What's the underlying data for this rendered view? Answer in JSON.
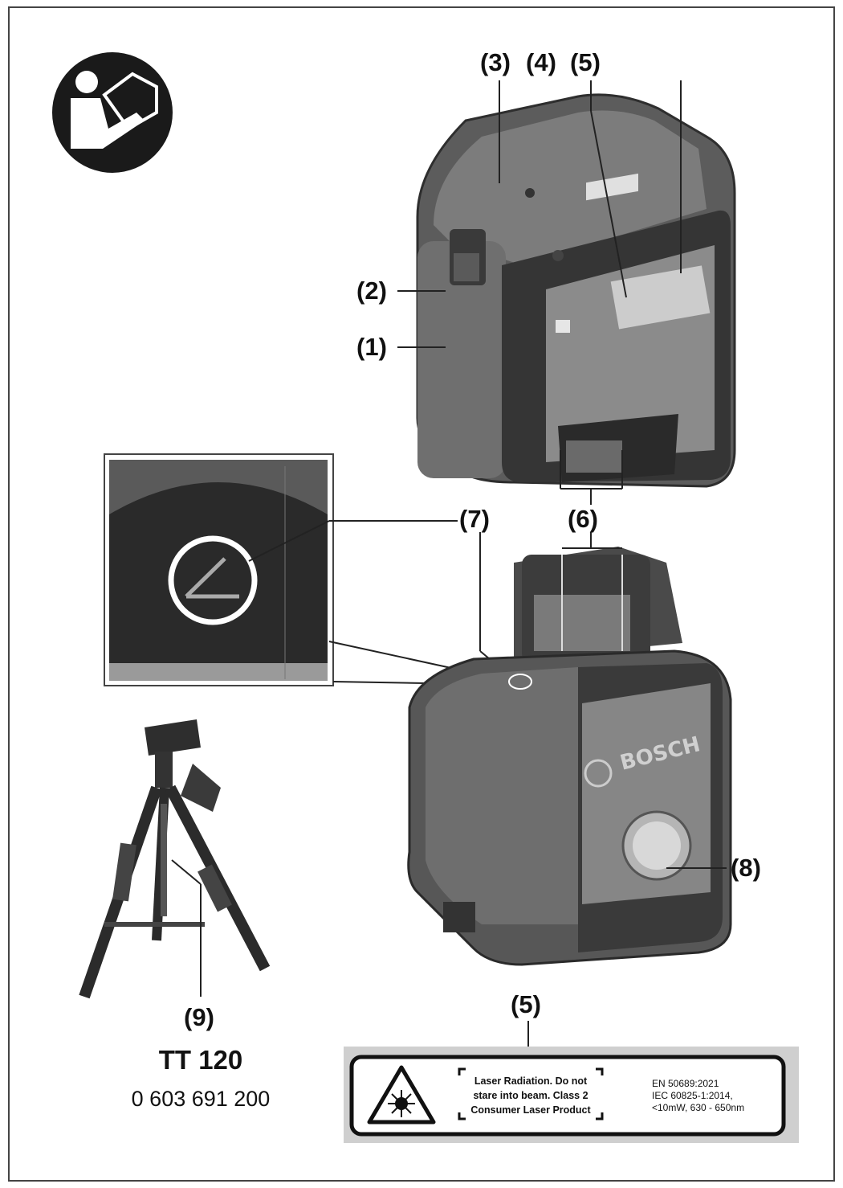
{
  "callouts": {
    "c1": "(1)",
    "c2": "(2)",
    "c3": "(3)",
    "c4": "(4)",
    "c5": "(5)",
    "c6": "(6)",
    "c7": "(7)",
    "c8": "(8)",
    "c9": "(9)",
    "c5_label": "(5)"
  },
  "tripod": {
    "model": "TT 120",
    "part_number": "0 603 691 200"
  },
  "device": {
    "brand": "BOSCH"
  },
  "warning_label": {
    "text_line1": "Laser Radiation. Do not",
    "text_line2": "stare into beam. Class 2",
    "text_line3": "Consumer Laser Product",
    "std_line1": "EN 50689:2021",
    "std_line2": "IEC 60825-1:2014,",
    "std_line3": "<10mW, 630 - 650nm"
  },
  "colors": {
    "device_dark": "#3d3d3d",
    "device_mid": "#6e6e6e",
    "device_light": "#8a8a8a",
    "label_bg": "#c8c8c8"
  }
}
